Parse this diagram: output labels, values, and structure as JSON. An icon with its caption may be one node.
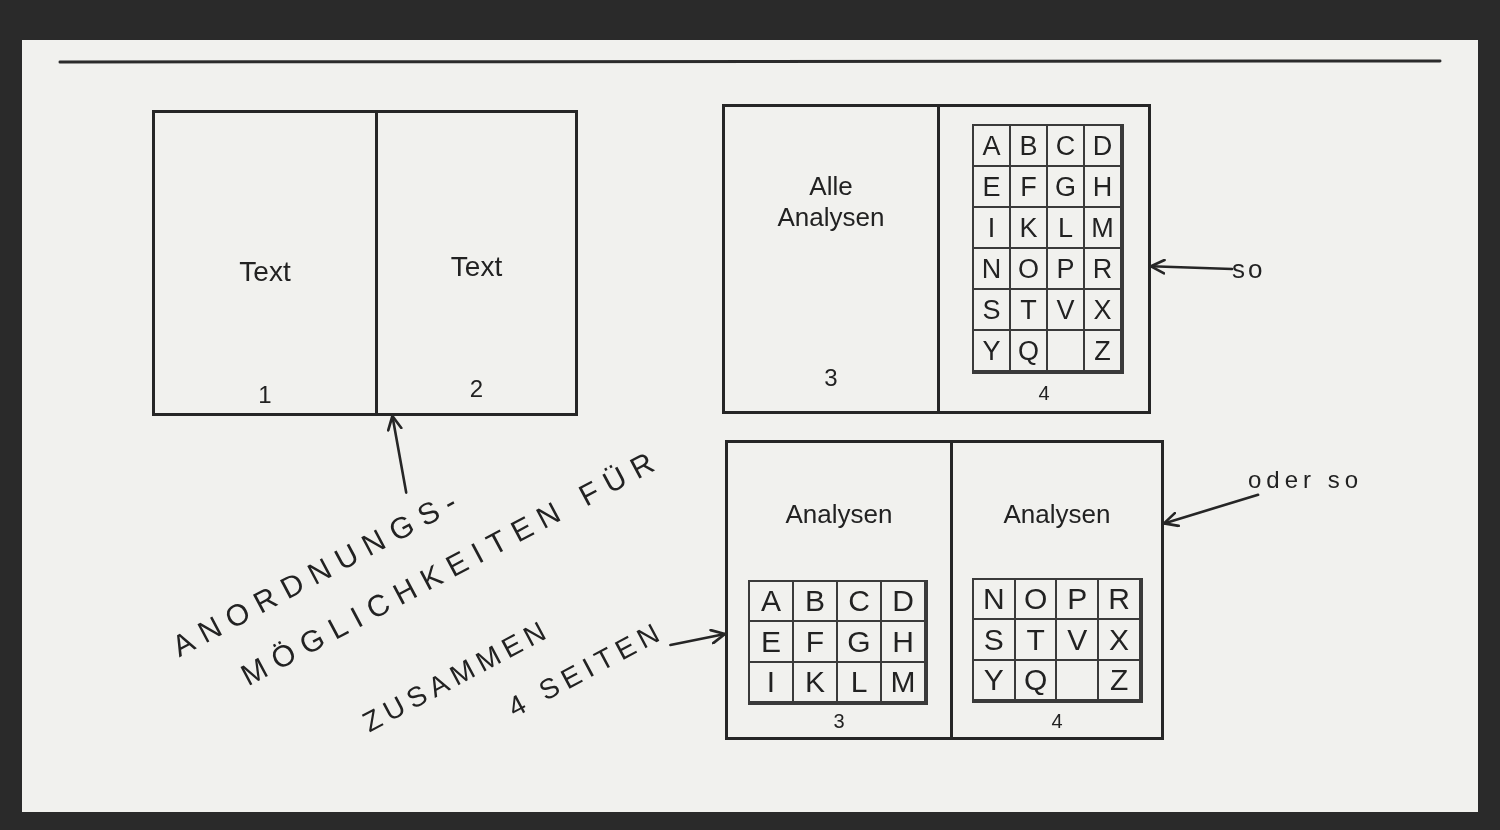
{
  "diagram": {
    "nodes": [
      {
        "text": [],
        "shape": "box"
      },
      {
        "text": [
          "Text",
          "1"
        ],
        "in": 0
      },
      {
        "text": [
          "Text",
          "2"
        ],
        "in": 0
      },
      {
        "text": [],
        "shape": "box"
      },
      {
        "text": [
          "Alle Analysen",
          "3"
        ],
        "in": 3
      },
      {
        "text": [
          "4"
        ],
        "in": 3
      },
      {
        "text": [
          "A",
          "B",
          "C",
          "D",
          "E",
          "F",
          "G",
          "H",
          "I",
          "K",
          "L",
          "M",
          "N",
          "O",
          "P",
          "R",
          "S",
          "T",
          "V",
          "X",
          "Y",
          "Q",
          "Z"
        ],
        "in": 5
      },
      {
        "text": [
          "so"
        ]
      },
      {
        "text": [],
        "shape": "box"
      },
      {
        "text": [
          "Analysen",
          "3"
        ],
        "in": 8
      },
      {
        "text": [
          "A",
          "B",
          "C",
          "D",
          "E",
          "F",
          "G",
          "H",
          "I",
          "K",
          "L",
          "M"
        ],
        "in": 9
      },
      {
        "text": [
          "Analysen",
          "4"
        ],
        "in": 8
      },
      {
        "text": [
          "N",
          "O",
          "P",
          "R",
          "S",
          "T",
          "V",
          "X",
          "Y",
          "Q",
          "Z"
        ],
        "in": 11
      },
      {
        "text": [
          "oder so"
        ]
      },
      {
        "text": [
          "ANORDNUNGS- MÖGLICHKEITEN FÜR"
        ]
      },
      {
        "text": [
          "ZUSAMMEN 4 SEITEN"
        ]
      }
    ],
    "edges": [
      {
        "from": 14,
        "to": 0,
        "arrow": "to"
      },
      {
        "from": 15,
        "to": 8,
        "arrow": "to"
      },
      {
        "from": 7,
        "to": 3,
        "arrow": "to"
      },
      {
        "from": 13,
        "to": 8,
        "arrow": "to"
      }
    ]
  }
}
